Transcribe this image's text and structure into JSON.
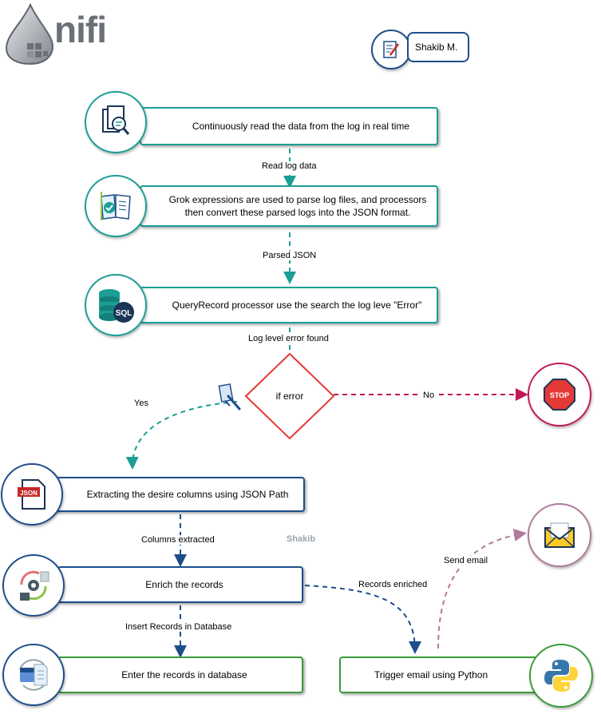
{
  "logo": {
    "text": "nifi"
  },
  "author": {
    "name": "Shakib M."
  },
  "watermark": "Shakib",
  "nodes": {
    "read_log": "Continuously read the data from the log in real time",
    "grok_line1": "Grok expressions are used to parse log files, and processors",
    "grok_line2": "then convert these parsed logs into the JSON format.",
    "query": "QueryRecord processor use the search the log leve \"Error\"",
    "decision": "if error",
    "extract": "Extracting the desire columns using JSON Path",
    "enrich": "Enrich the records",
    "database": "Enter the records in database",
    "email": "Trigger email using Python"
  },
  "edges": {
    "read_log_data": "Read log data",
    "parsed_json": "Parsed JSON",
    "log_level_error": "Log level error found",
    "yes": "Yes",
    "no": "No",
    "columns_extracted": "Columns extracted",
    "records_enriched": "Records enriched",
    "insert_records": "Insert Records in Database",
    "send_email": "Send email"
  },
  "icons": {
    "read_log": "document-search-icon",
    "grok": "book-check-icon",
    "query": "sql-database-icon",
    "stop": "stop-sign-icon",
    "extract": "json-file-icon",
    "enrich": "gear-cycle-icon",
    "database": "database-transfer-icon",
    "email": "envelope-icon",
    "python": "python-logo-icon",
    "author": "notepad-pen-icon"
  },
  "colors": {
    "teal": "#1b9e95",
    "navy": "#1d4e8a",
    "green": "#3a9a3a",
    "red": "#e53935",
    "pink": "#c2185b",
    "mauve": "#b07a9a"
  }
}
